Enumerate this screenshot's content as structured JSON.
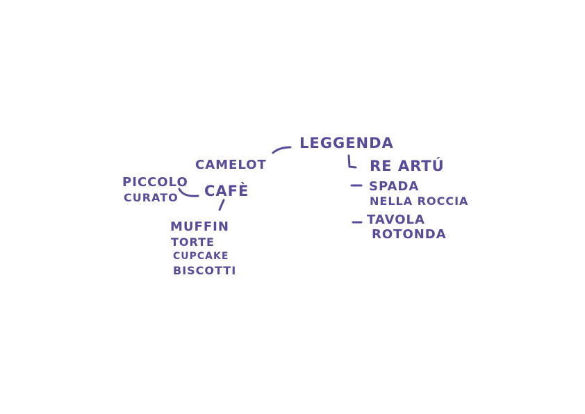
{
  "colors": {
    "ink": "#5a4a9a",
    "background": "#ffffff"
  },
  "words": {
    "leggenda": "LEGGENDA",
    "camelot": "CAMELOT",
    "re_artu": "RE ARTÚ",
    "spada": "SPADA",
    "nella_roccia": "NELLA ROCCIA",
    "tavola": "TAVOLA",
    "rotonda": "ROTONDA",
    "piccolo": "PICCOLO",
    "curato": "CURATO",
    "cafe": "CAFÈ",
    "muffin": "MUFFIN",
    "torte": "TORTE",
    "cupcake": "CUPCAKE",
    "biscotti": "BISCOTTI"
  }
}
